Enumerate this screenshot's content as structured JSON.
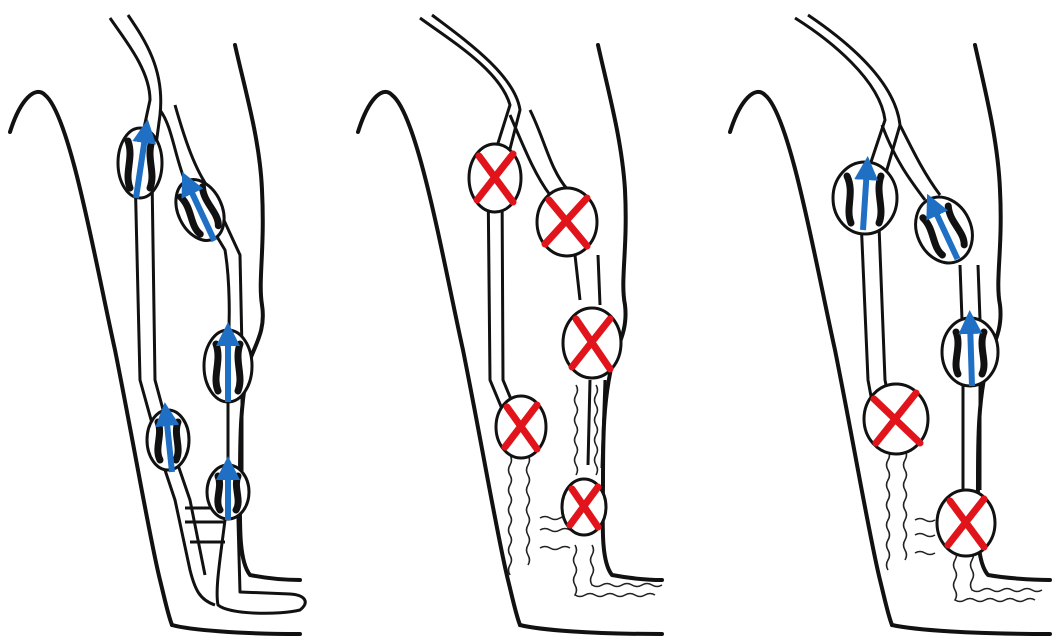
{
  "panels": [
    {
      "id": "panel-1",
      "condition": "competent",
      "valves": [
        {
          "state": "open",
          "flow_arrow": true,
          "arrow_color": "#1f6fc4"
        },
        {
          "state": "open",
          "flow_arrow": true,
          "arrow_color": "#1f6fc4"
        },
        {
          "state": "open",
          "flow_arrow": true,
          "arrow_color": "#1f6fc4"
        },
        {
          "state": "open",
          "flow_arrow": true,
          "arrow_color": "#1f6fc4"
        },
        {
          "state": "open",
          "flow_arrow": true,
          "arrow_color": "#1f6fc4"
        }
      ]
    },
    {
      "id": "panel-2",
      "condition": "all-incompetent",
      "valves": [
        {
          "state": "failed",
          "marker_color": "#e0141a"
        },
        {
          "state": "failed",
          "marker_color": "#e0141a"
        },
        {
          "state": "failed",
          "marker_color": "#e0141a"
        },
        {
          "state": "failed",
          "marker_color": "#e0141a"
        },
        {
          "state": "failed",
          "marker_color": "#e0141a"
        }
      ]
    },
    {
      "id": "panel-3",
      "condition": "mixed",
      "valves": [
        {
          "state": "open",
          "flow_arrow": true,
          "arrow_color": "#1f6fc4"
        },
        {
          "state": "open",
          "flow_arrow": true,
          "arrow_color": "#1f6fc4"
        },
        {
          "state": "open",
          "flow_arrow": true,
          "arrow_color": "#1f6fc4"
        },
        {
          "state": "failed",
          "marker_color": "#e0141a"
        },
        {
          "state": "failed",
          "marker_color": "#e0141a"
        }
      ]
    }
  ],
  "colors": {
    "flow_arrow": "#1f6fc4",
    "failed_marker": "#e0141a",
    "outline": "#111111"
  }
}
